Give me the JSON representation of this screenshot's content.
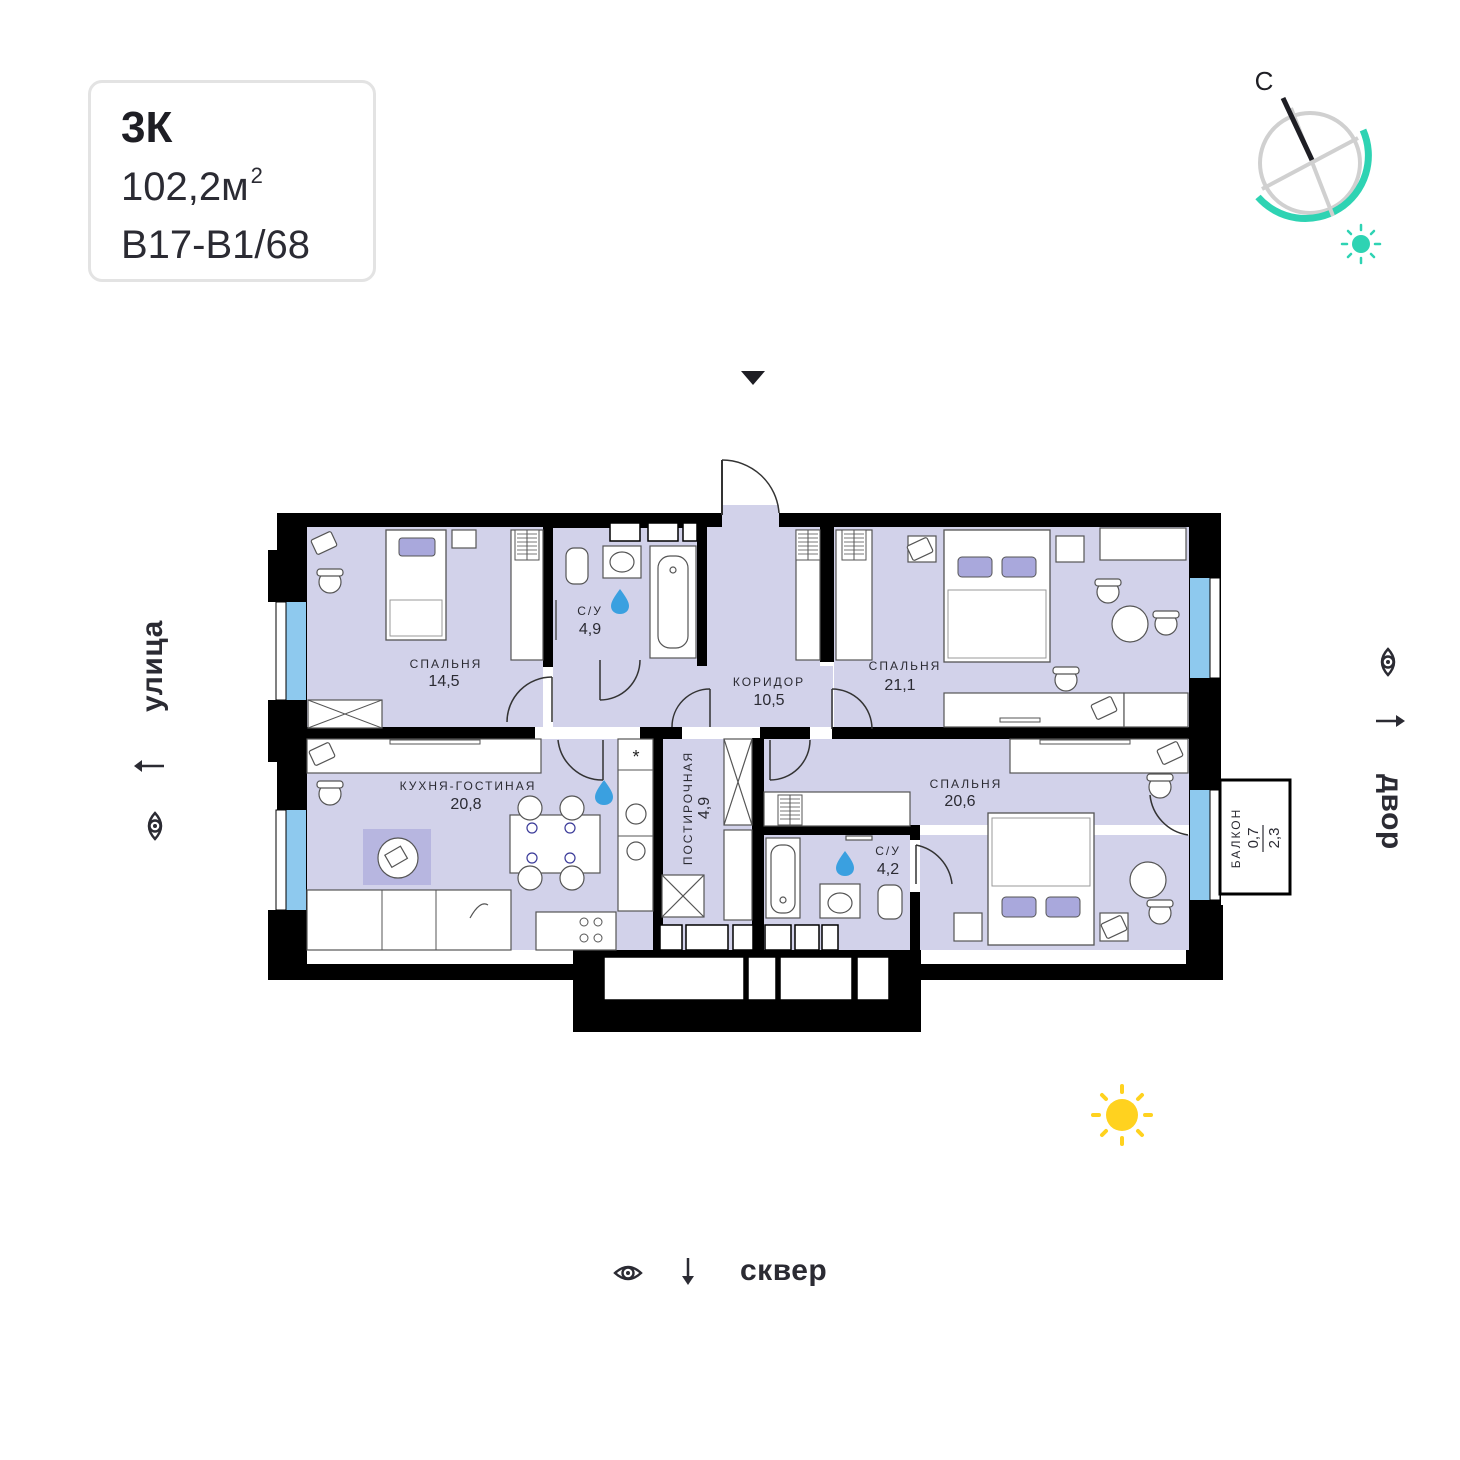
{
  "apartment": {
    "type": "3К",
    "area": "102,2м",
    "area_sup": "2",
    "code": "B17-B1/68"
  },
  "compass": {
    "north_label": "С"
  },
  "rooms": [
    {
      "name": "СПАЛЬНЯ",
      "area": "14,5"
    },
    {
      "name": "С/У",
      "area": "4,9"
    },
    {
      "name": "КОРИДОР",
      "area": "10,5"
    },
    {
      "name": "СПАЛЬНЯ",
      "area": "21,1"
    },
    {
      "name": "КУХНЯ-ГОСТИНАЯ",
      "area": "20,8"
    },
    {
      "name": "ПОСТИРОЧНАЯ",
      "area": "4,9"
    },
    {
      "name": "СПАЛЬНЯ",
      "area": "20,6"
    },
    {
      "name": "С/У",
      "area": "4,2"
    },
    {
      "name": "БАЛКОН",
      "area": "0,7",
      "area2": "2,3"
    }
  ],
  "views": {
    "left": "улица",
    "right": "двор",
    "bottom": "сквер"
  },
  "colors": {
    "room_fill": "#d2d2ea",
    "wall": "#000000",
    "window": "#8ec9ee",
    "accent_teal": "#2ed3b3",
    "sun": "#ffd21f",
    "water": "#3aa0e0",
    "furniture": "#ffffff",
    "pillow": "#a9a8dc",
    "rug": "#b7b6e0"
  }
}
